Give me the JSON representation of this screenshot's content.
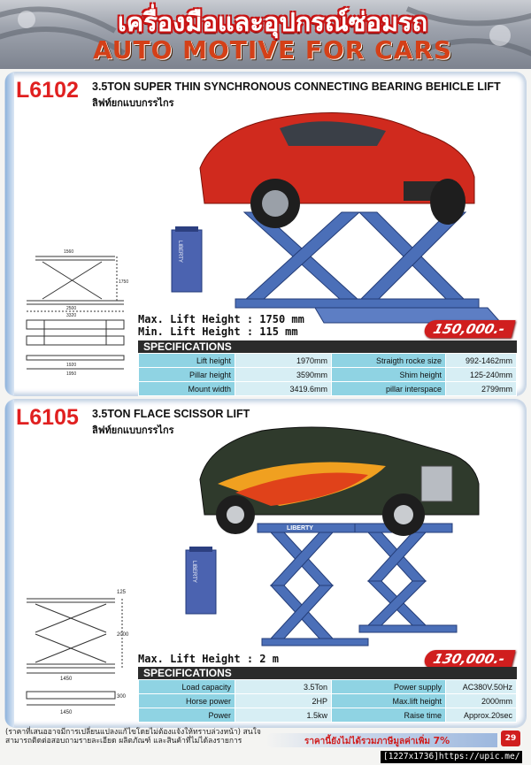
{
  "header": {
    "thai_title": "เครื่องมือและอุปกรณ์ซ่อมรถ",
    "en_title": "AUTO MOTIVE FOR CARS"
  },
  "products": [
    {
      "model": "L6102",
      "title": "3.5TON SUPER THIN SYNCHRONOUS CONNECTING BEARING BEHICLE LIFT",
      "subtitle": "ลิฟท์ยกแบบกรรไกร",
      "max_lift": "Max. Lift Height : 1750 mm",
      "min_lift": "Min. Lift Height : 115 mm",
      "price": "150,000.-",
      "spec_heading": "SPECIFICATIONS",
      "brand_label": "LIBERTY",
      "specs": [
        [
          "Lift height",
          "1970mm",
          "Straigth rocke size",
          "992-1462mm"
        ],
        [
          "Pillar height",
          "3590mm",
          "Shim height",
          "125-240mm"
        ],
        [
          "Mount width",
          "3419.6mm",
          "pillar interspace",
          "2799mm"
        ]
      ],
      "drawing_dims": [
        "1560",
        "1750",
        "2500",
        "3320",
        "1920",
        "1950"
      ],
      "car_plate": ""
    },
    {
      "model": "L6105",
      "title": "3.5TON FLACE SCISSOR LIFT",
      "subtitle": "ลิฟท์ยกแบบกรรไกร",
      "max_lift": "Max. Lift Height : 2 m",
      "price": "130,000.-",
      "spec_heading": "SPECIFICATIONS",
      "brand_label": "LIBERTY",
      "specs": [
        [
          "Load capacity",
          "3.5Ton",
          "Power supply",
          "AC380V.50Hz"
        ],
        [
          "Horse power",
          "2HP",
          "Max.lift height",
          "2000mm"
        ],
        [
          "Power",
          "1.5kw",
          "Raise time",
          "Approx.20sec"
        ]
      ],
      "drawing_dims": [
        "2000",
        "1450",
        "1450",
        "125",
        "300"
      ]
    }
  ],
  "footer": {
    "note": "(ราคาที่เสนออาจมีการเปลี่ยนแปลงแก้ไขโดยไม่ต้องแจ้งให้ทราบล่วงหน้า) สนใจสามารถติดต่อสอบถามรายละเอียด ผลิตภัณฑ์ และสินค้าที่ไม่ได้ลงรายการ",
    "vat_text": "ราคานี้ยังไม่ได้รวมภาษีมูลค่าเพิ่ม",
    "vat_pct": "7%",
    "page": "29",
    "watermark": "[1227x1736]https://upic.me/"
  },
  "colors": {
    "accent_red": "#d01e1e",
    "spec_key": "#8fd3e3",
    "spec_val": "#d7eef4",
    "lift_blue": "#4b6fb8",
    "car_red": "#d02a1e"
  }
}
